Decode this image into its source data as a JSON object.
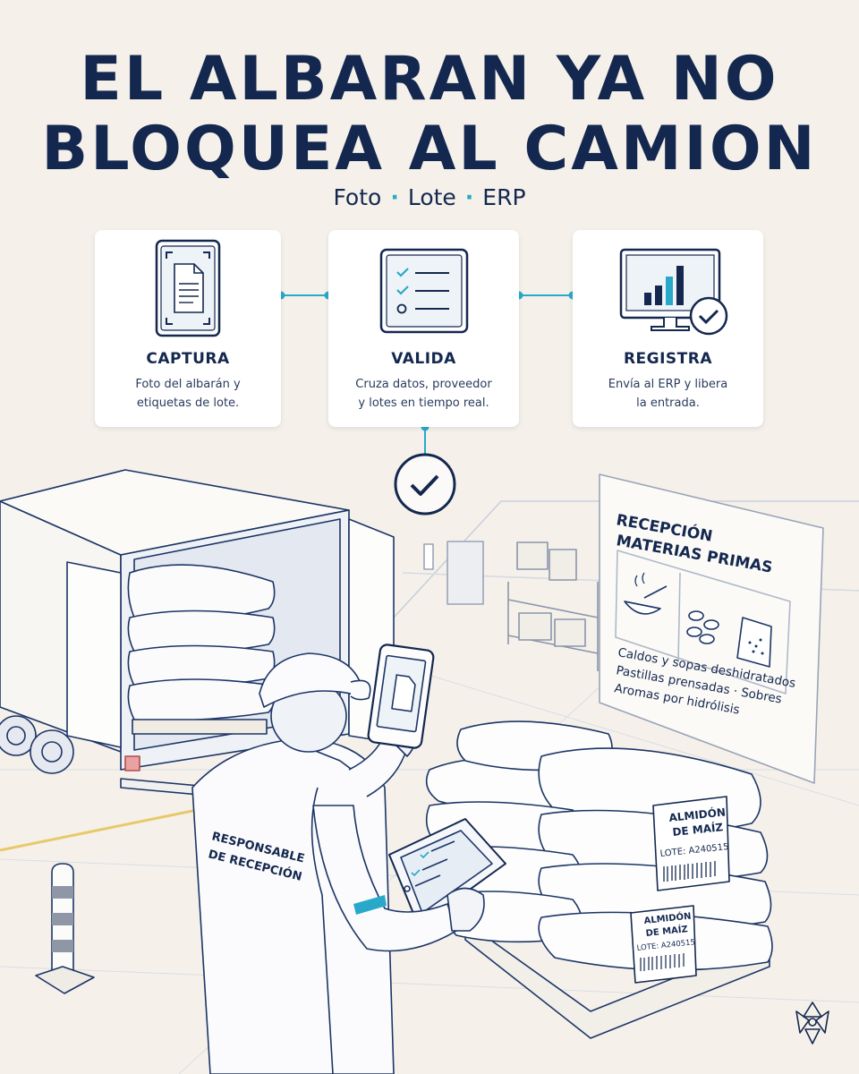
{
  "header": {
    "title_line1": "EL ALBARAN YA NO",
    "title_line2": "BLOQUEA AL CAMION",
    "subtitle_items": [
      "Foto",
      "Lote",
      "ERP"
    ]
  },
  "steps": [
    {
      "title": "CAPTURA",
      "desc_line1": "Foto del albarán y",
      "desc_line2": "etiquetas de lote.",
      "icon": "document-scan-icon"
    },
    {
      "title": "VALIDA",
      "desc_line1": "Cruza datos, proveedor",
      "desc_line2": "y lotes en tiempo real.",
      "icon": "checklist-icon"
    },
    {
      "title": "REGISTRA",
      "desc_line1": "Envía al ERP y libera",
      "desc_line2": "la entrada.",
      "icon": "monitor-chart-check-icon"
    }
  ],
  "sign": {
    "title_line1": "RECEPCIÓN",
    "title_line2": "MATERIAS PRIMAS",
    "line1": "Caldos y sopas deshidratados",
    "line2": "Pastillas prensadas · Sobres",
    "line3": "Aromas por hidrólisis"
  },
  "worker": {
    "label_line1": "RESPONSABLE",
    "label_line2": "DE RECEPCIÓN"
  },
  "bag_label": {
    "line1": "ALMIDÓN",
    "line2": "DE MAÍZ",
    "lote": "LOTE: A240515"
  },
  "colors": {
    "navy": "#14284f",
    "accent": "#29a9c9",
    "background": "#f5f1ea",
    "card": "#ffffff"
  }
}
